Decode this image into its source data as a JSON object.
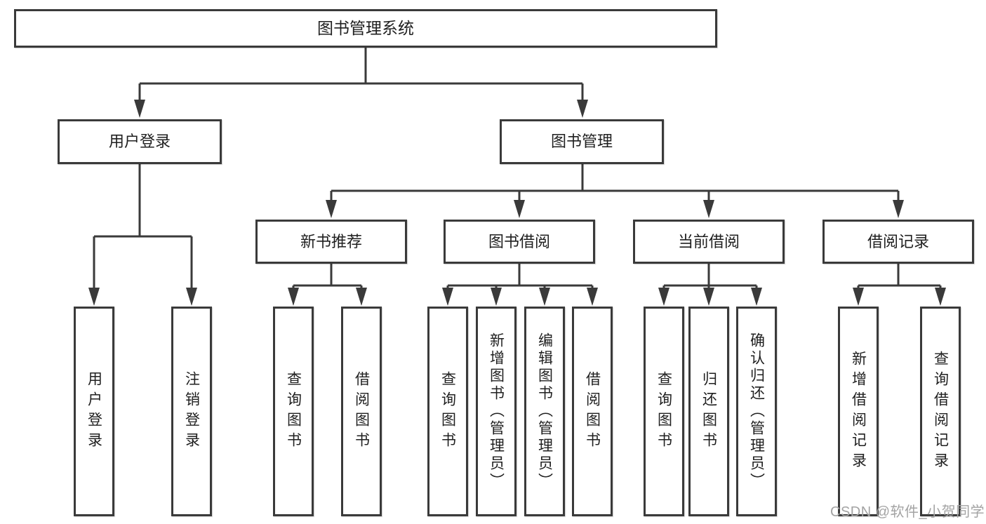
{
  "diagram": {
    "root": "图书管理系统",
    "level2": [
      "用户登录",
      "图书管理"
    ],
    "level3": [
      "新书推荐",
      "图书借阅",
      "当前借阅",
      "借阅记录"
    ],
    "leaves": [
      "用户登录",
      "注销登录",
      "查询图书",
      "借阅图书",
      "查询图书",
      "新增图书（管理员）",
      "编辑图书（管理员）",
      "借阅图书",
      "查询图书",
      "归还图书",
      "确认归还（管理员）",
      "新增借阅记录",
      "查询借阅记录"
    ]
  },
  "watermark": "CSDN @软件_小贺同学",
  "colors": {
    "line": "#3a3a3a",
    "text": "#1f1f1f",
    "watermark": "#a3a3a3",
    "background": "#ffffff"
  }
}
